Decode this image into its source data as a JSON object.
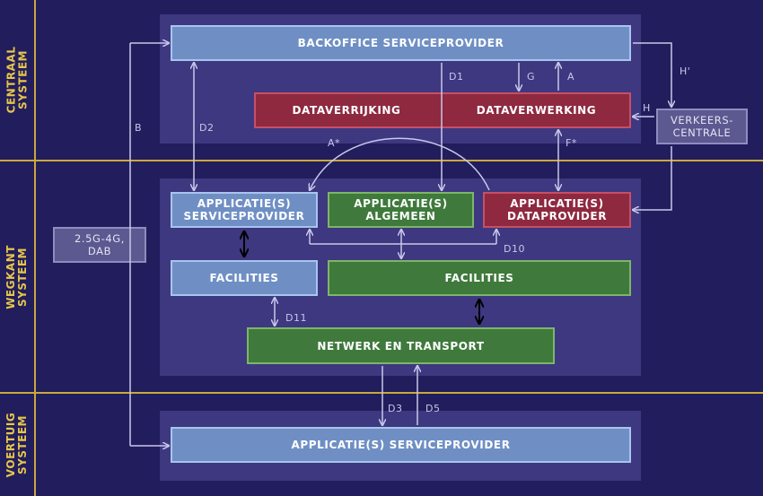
{
  "zones": {
    "central": "CENTRAAL\nSYSTEEM",
    "roadside": "WEGKANT\nSYSTEEM",
    "vehicle": "VOERTUIG\nSYSTEEM"
  },
  "boxes": {
    "backoffice": "BACKOFFICE SERVICEPROVIDER",
    "dataverrijking": "DATAVERRIJKING",
    "dataverwerking": "DATAVERWERKING",
    "verkeerscentrale": "VERKEERS-\nCENTRALE",
    "app_serviceprovider": "APPLICATIE(S)\nSERVICEPROVIDER",
    "app_algemeen": "APPLICATIE(S)\nALGEMEEN",
    "app_dataprovider": "APPLICATIE(S)\nDATAPROVIDER",
    "radio": "2.5G-4G,\nDAB",
    "facilities_left": "FACILITIES",
    "facilities_right": "FACILITIES",
    "netwerk": "NETWERK EN TRANSPORT",
    "vehicle_app": "APPLICATIE(S) SERVICEPROVIDER"
  },
  "labels": {
    "D1": "D1",
    "G": "G",
    "A": "A",
    "H_prime": "H'",
    "H": "H",
    "B": "B",
    "D2": "D2",
    "A_star": "A*",
    "F_star": "F*",
    "D10": "D10",
    "D11": "D11",
    "D3": "D3",
    "D5": "D5"
  },
  "colors": {
    "background": "#221d5c",
    "panel": "#3d3880",
    "zone_line": "#c9a93a",
    "blue_box": "#6f8fc4",
    "green_box": "#3f7a3c",
    "red_box": "#8e2940",
    "arrow": "#c9c7ea"
  }
}
